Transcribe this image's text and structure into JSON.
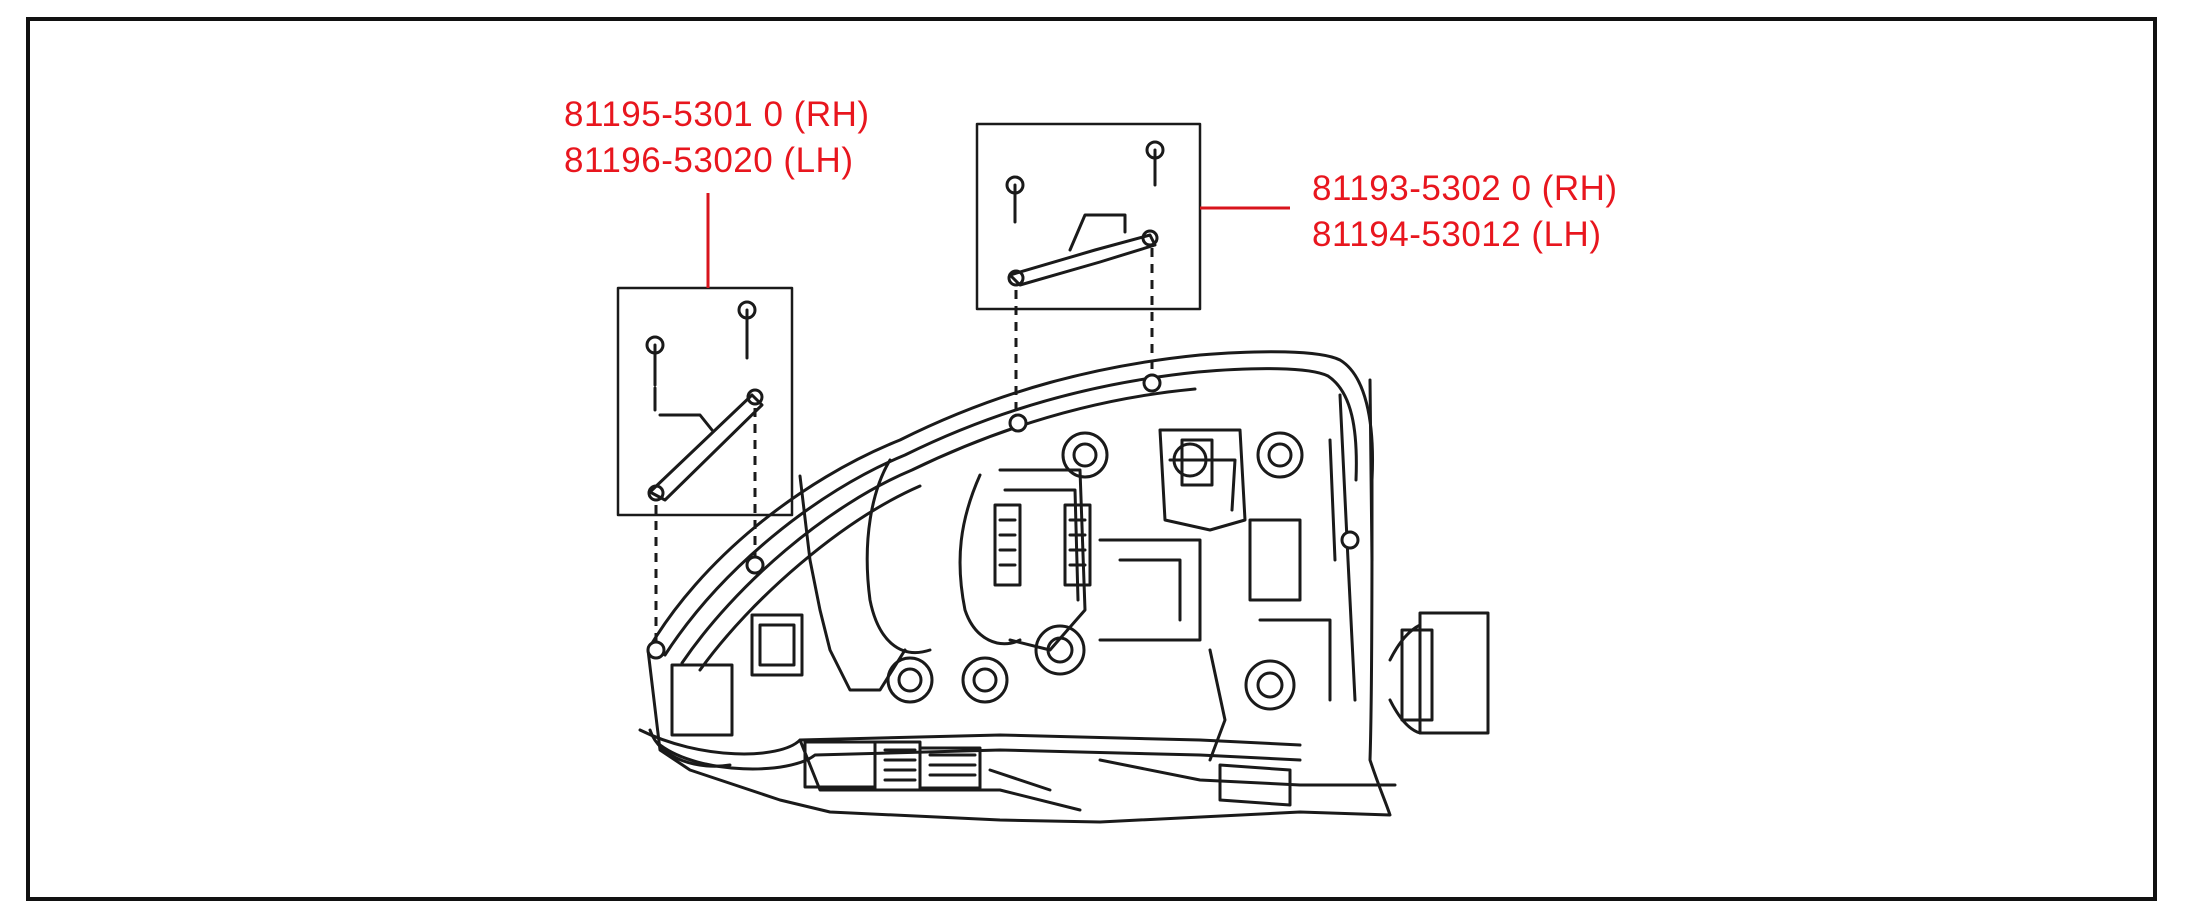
{
  "callouts": {
    "left": {
      "rh": "81195-5301 0 (RH)",
      "lh": "81196-53020 (LH)"
    },
    "right": {
      "rh": "81193-5302 0 (RH)",
      "lh": "81194-53012 (LH)"
    }
  },
  "colors": {
    "callout_text": "#e8161e",
    "leader_line": "#d8141c",
    "line_art": "#1a1a1a",
    "background": "#ffffff"
  }
}
